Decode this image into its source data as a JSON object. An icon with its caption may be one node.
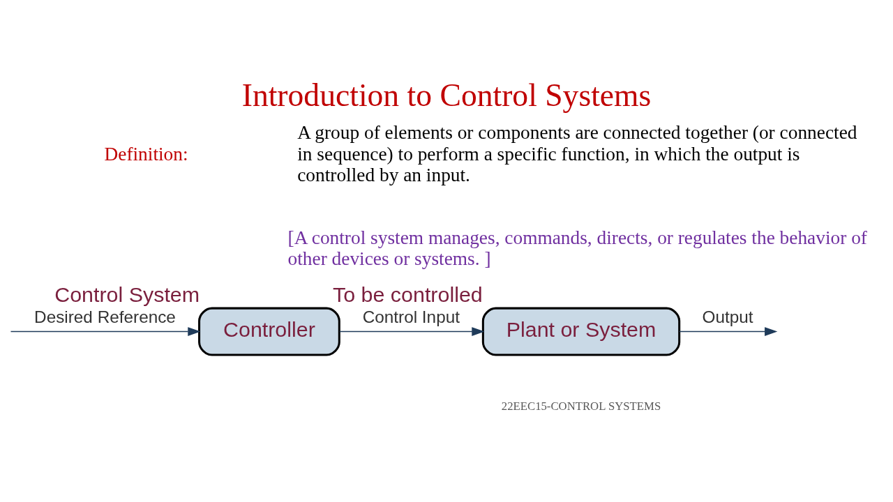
{
  "diagram": {
    "title": "Introduction to Control Systems",
    "nodes": [
      {
        "text": [
          "Controller"
        ],
        "beside": [
          "Control System"
        ]
      },
      {
        "text": [
          "Plant or System"
        ],
        "beside": [
          "To be controlled"
        ]
      }
    ],
    "edges": [
      {
        "from": null,
        "to": 0,
        "arrow": "to",
        "label": "Desired Reference"
      },
      {
        "from": 0,
        "to": 1,
        "arrow": "to",
        "label": "Control Input"
      },
      {
        "from": 1,
        "to": null,
        "arrow": "to",
        "label": "Output"
      }
    ],
    "labels": [
      "Definition:",
      "A group of elements or components are connected together (or connected in sequence) to perform a specific function, in which the output is controlled by an input.",
      "[A control system manages, commands, directs, or regulates the behavior of other devices or systems. ]",
      "22EEC15-CONTROL SYSTEMS"
    ]
  }
}
